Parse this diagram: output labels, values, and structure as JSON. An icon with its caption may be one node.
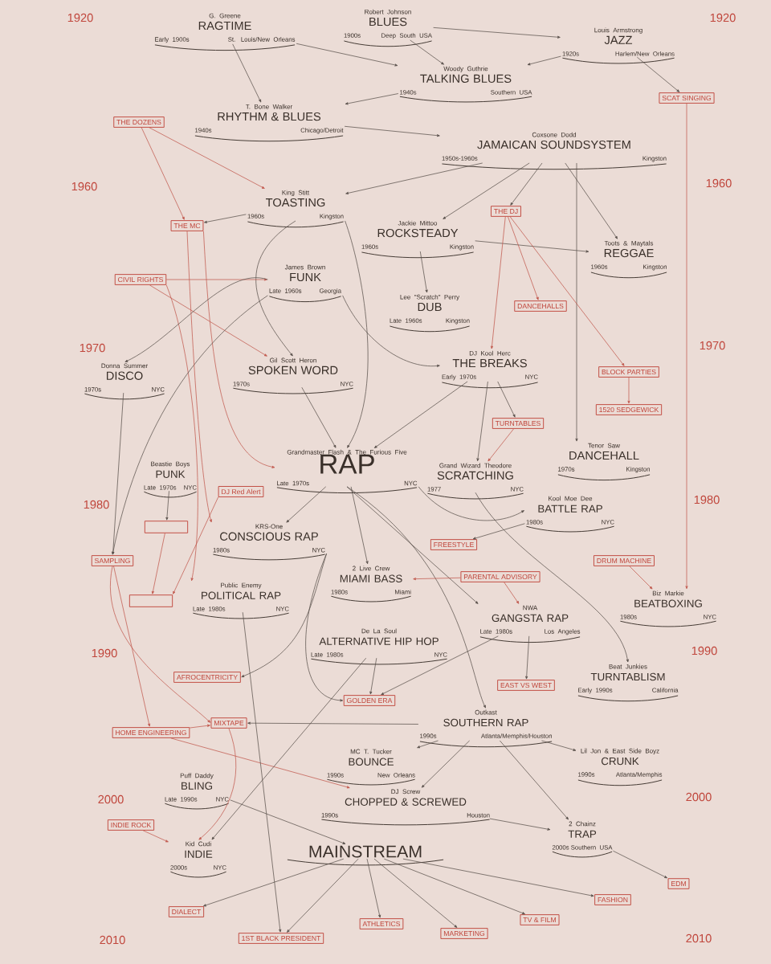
{
  "diagram": {
    "nodes": [
      {
        "text": [
          "G. Greene",
          "RAGTIME",
          "Early 1900s",
          "St. Louis/New Orleans"
        ]
      },
      {
        "text": [
          "Robert Johnson",
          "BLUES",
          "1900s",
          "Deep South USA"
        ]
      },
      {
        "text": [
          "Louis Armstrong",
          "JAZZ",
          "1920s",
          "Harlem/New Orleans"
        ]
      },
      {
        "text": [
          "Woody Guthrie",
          "TALKING BLUES",
          "1940s",
          "Southern USA"
        ]
      },
      {
        "text": [
          "SCAT SINGING"
        ]
      },
      {
        "text": [
          "THE DOZENS"
        ]
      },
      {
        "text": [
          "T. Bone Walker",
          "RHYTHM & BLUES",
          "1940s",
          "Chicago/Detroit"
        ]
      },
      {
        "text": [
          "Coxsone Dodd",
          "JAMAICAN SOUNDSYSTEM",
          "1950s-1960s",
          "Kingston"
        ]
      },
      {
        "text": [
          "King Stitt",
          "TOASTING",
          "1960s",
          "Kingston"
        ]
      },
      {
        "text": [
          "THE MC"
        ]
      },
      {
        "text": [
          "THE DJ"
        ]
      },
      {
        "text": [
          "Jackie Mittoo",
          "ROCKSTEADY",
          "1960s",
          "Kingston"
        ]
      },
      {
        "text": [
          "Toots & Maytals",
          "REGGAE",
          "1960s",
          "Kingston"
        ]
      },
      {
        "text": [
          "CIVIL RIGHTS"
        ]
      },
      {
        "text": [
          "James Brown",
          "FUNK",
          "Late 1960s",
          "Georgia"
        ]
      },
      {
        "text": [
          "Lee \"Scratch\" Perry",
          "DUB",
          "Late 1960s",
          "Kingston"
        ]
      },
      {
        "text": [
          "DANCEHALLS"
        ]
      },
      {
        "text": [
          "Donna Summer",
          "DISCO",
          "1970s",
          "NYC"
        ]
      },
      {
        "text": [
          "Gil Scott Heron",
          "SPOKEN WORD",
          "1970s",
          "NYC"
        ]
      },
      {
        "text": [
          "DJ Kool Herc",
          "THE BREAKS",
          "Early 1970s",
          "NYC"
        ]
      },
      {
        "text": [
          "BLOCK PARTIES"
        ]
      },
      {
        "text": [
          "1520 SEDGEWICK"
        ]
      },
      {
        "text": [
          "TURNTABLES"
        ]
      },
      {
        "text": [
          "Grandmaster Flash & The Furious Five",
          "RAP",
          "Late 1970s",
          "NYC"
        ]
      },
      {
        "text": [
          "Grand Wizard Theodore",
          "SCRATCHING",
          "1977",
          "NYC"
        ]
      },
      {
        "text": [
          "Tenor Saw",
          "DANCEHALL",
          "1970s",
          "Kingston"
        ]
      },
      {
        "text": [
          "Beastie Boys",
          "PUNK",
          "Late 1970s",
          "NYC"
        ]
      },
      {
        "text": [
          "DJ Red Alert"
        ]
      },
      {
        "text": [
          "Kool Moe Dee",
          "BATTLE RAP",
          "1980s",
          "NYC"
        ]
      },
      {
        "text": [],
        "shape": "box"
      },
      {
        "text": [
          "KRS-One",
          "CONSCIOUS RAP",
          "1980s",
          "NYC"
        ]
      },
      {
        "text": [
          "SAMPLING"
        ]
      },
      {
        "text": [
          "FREESTYLE"
        ]
      },
      {
        "text": [
          "DRUM MACHINE"
        ]
      },
      {
        "text": [
          "2 Live Crew",
          "MIAMI BASS",
          "1980s",
          "Miami"
        ]
      },
      {
        "text": [
          "PARENTAL ADVISORY"
        ]
      },
      {
        "text": [],
        "shape": "box"
      },
      {
        "text": [
          "Public Enemy",
          "POLITICAL RAP",
          "Late 1980s",
          "NYC"
        ]
      },
      {
        "text": [
          "Biz Markie",
          "BEATBOXING",
          "1980s",
          "NYC"
        ]
      },
      {
        "text": [
          "NWA",
          "GANGSTA RAP",
          "Late 1980s",
          "Los Angeles"
        ]
      },
      {
        "text": [
          "De La Soul",
          "ALTERNATIVE HIP HOP",
          "Late 1980s",
          "NYC"
        ]
      },
      {
        "text": [
          "AFROCENTRICITY"
        ]
      },
      {
        "text": [
          "Beat Junkies",
          "TURNTABLISM",
          "Early 1990s",
          "California"
        ]
      },
      {
        "text": [
          "EAST VS WEST"
        ]
      },
      {
        "text": [
          "GOLDEN ERA"
        ]
      },
      {
        "text": [
          "Outkast",
          "SOUTHERN RAP",
          "1990s",
          "Atlanta/Memphis/Houston"
        ]
      },
      {
        "text": [
          "HOME ENGINEERING"
        ]
      },
      {
        "text": [
          "MIXTAPE"
        ]
      },
      {
        "text": [
          "MC T. Tucker",
          "BOUNCE",
          "1990s",
          "New Orleans"
        ]
      },
      {
        "text": [
          "Lil Jon & East Side Boyz",
          "CRUNK",
          "1990s",
          "Atlanta/Memphis"
        ]
      },
      {
        "text": [
          "Puff Daddy",
          "BLING",
          "Late 1990s",
          "NYC"
        ]
      },
      {
        "text": [
          "DJ Screw",
          "CHOPPED & SCREWED",
          "1990s",
          "Houston"
        ]
      },
      {
        "text": [
          "INDIE ROCK"
        ]
      },
      {
        "text": [
          "2 Chainz",
          "TRAP",
          "2000s",
          "Southern USA"
        ]
      },
      {
        "text": [
          "MAINSTREAM"
        ]
      },
      {
        "text": [
          "Kid Cudi",
          "INDIE",
          "2000s",
          "NYC"
        ]
      },
      {
        "text": [
          "EDM"
        ]
      },
      {
        "text": [
          "FASHION"
        ]
      },
      {
        "text": [
          "DIALECT"
        ]
      },
      {
        "text": [
          "1ST BLACK PRESIDENT"
        ]
      },
      {
        "text": [
          "ATHLETICS"
        ]
      },
      {
        "text": [
          "MARKETING"
        ]
      },
      {
        "text": [
          "TV & FILM"
        ]
      }
    ],
    "edges": [
      {
        "from": 0,
        "to": 3,
        "arrow": "to"
      },
      {
        "from": 0,
        "to": 6,
        "arrow": "to"
      },
      {
        "from": 1,
        "to": 2,
        "arrow": "to"
      },
      {
        "from": 1,
        "to": 3,
        "arrow": "to"
      },
      {
        "from": 2,
        "to": 3,
        "arrow": "to"
      },
      {
        "from": 2,
        "to": 4,
        "arrow": "to"
      },
      {
        "from": 3,
        "to": 6,
        "arrow": "to"
      },
      {
        "from": 6,
        "to": 7,
        "arrow": "to"
      },
      {
        "from": 5,
        "to": 9,
        "arrow": "to",
        "color": "#c0574c"
      },
      {
        "from": 5,
        "to": 8,
        "arrow": "to",
        "color": "#c0574c"
      },
      {
        "from": 7,
        "to": 8,
        "arrow": "to"
      },
      {
        "from": 7,
        "to": 11,
        "arrow": "to"
      },
      {
        "from": 7,
        "to": 10,
        "arrow": "to"
      },
      {
        "from": 7,
        "to": 12,
        "arrow": "to"
      },
      {
        "from": 7,
        "to": 25,
        "arrow": "to"
      },
      {
        "from": 8,
        "to": 9,
        "arrow": "to"
      },
      {
        "from": 8,
        "to": 18,
        "arrow": "to"
      },
      {
        "from": 8,
        "to": 23,
        "arrow": "to"
      },
      {
        "from": 9,
        "to": 23,
        "arrow": "to",
        "color": "#c0574c"
      },
      {
        "from": 11,
        "to": 12,
        "arrow": "to"
      },
      {
        "from": 11,
        "to": 15,
        "arrow": "to"
      },
      {
        "from": 10,
        "to": 16,
        "arrow": "to",
        "color": "#c0574c"
      },
      {
        "from": 10,
        "to": 19,
        "arrow": "to",
        "color": "#c0574c"
      },
      {
        "from": 10,
        "to": 20,
        "arrow": "to",
        "color": "#c0574c"
      },
      {
        "from": 13,
        "to": 14,
        "arrow": "to",
        "color": "#c0574c"
      },
      {
        "from": 13,
        "to": 18,
        "arrow": "to",
        "color": "#c0574c"
      },
      {
        "from": 13,
        "to": 37,
        "arrow": "to",
        "color": "#c0574c"
      },
      {
        "from": 14,
        "to": 19,
        "arrow": "to"
      },
      {
        "from": 14,
        "to": 17,
        "arrow": "to"
      },
      {
        "from": 14,
        "to": 31,
        "arrow": "to"
      },
      {
        "from": 17,
        "to": 31,
        "arrow": "to"
      },
      {
        "from": 18,
        "to": 23,
        "arrow": "to"
      },
      {
        "from": 19,
        "to": 23,
        "arrow": "to"
      },
      {
        "from": 19,
        "to": 22,
        "arrow": "to"
      },
      {
        "from": 19,
        "to": 24,
        "arrow": "to"
      },
      {
        "from": 22,
        "to": 24,
        "arrow": "to",
        "color": "#c0574c"
      },
      {
        "from": 20,
        "to": 21,
        "arrow": "to",
        "color": "#c0574c"
      },
      {
        "from": 23,
        "to": 30,
        "arrow": "to"
      },
      {
        "from": 23,
        "to": 34,
        "arrow": "to"
      },
      {
        "from": 23,
        "to": 28,
        "arrow": "to"
      },
      {
        "from": 23,
        "to": 39,
        "arrow": "to"
      },
      {
        "from": 23,
        "to": 45,
        "arrow": "to"
      },
      {
        "from": 24,
        "to": 42,
        "arrow": "to"
      },
      {
        "from": 28,
        "to": 32,
        "arrow": "to"
      },
      {
        "from": 26,
        "to": 29,
        "arrow": "to"
      },
      {
        "from": 29,
        "to": 36,
        "arrow": "to",
        "color": "#c0574c"
      },
      {
        "from": 27,
        "to": 36,
        "arrow": "to",
        "color": "#c0574c"
      },
      {
        "from": 9,
        "to": 30,
        "arrow": "to",
        "color": "#c0574c"
      },
      {
        "from": 35,
        "to": 34,
        "arrow": "to",
        "color": "#c0574c"
      },
      {
        "from": 35,
        "to": 39,
        "arrow": "to",
        "color": "#c0574c"
      },
      {
        "from": 33,
        "to": 38,
        "arrow": "to",
        "color": "#c0574c"
      },
      {
        "from": 4,
        "to": 38,
        "arrow": "to",
        "color": "#c0574c"
      },
      {
        "from": 30,
        "to": 41,
        "arrow": "to"
      },
      {
        "from": 30,
        "to": 44,
        "arrow": "to"
      },
      {
        "from": 40,
        "to": 44,
        "arrow": "to"
      },
      {
        "from": 39,
        "to": 44,
        "arrow": "to"
      },
      {
        "from": 39,
        "to": 43,
        "arrow": "to"
      },
      {
        "from": 31,
        "to": 46,
        "arrow": "to",
        "color": "#c0574c"
      },
      {
        "from": 31,
        "to": 47,
        "arrow": "to",
        "color": "#c0574c"
      },
      {
        "from": 46,
        "to": 47,
        "arrow": "to",
        "color": "#c0574c"
      },
      {
        "from": 45,
        "to": 47,
        "arrow": "to"
      },
      {
        "from": 45,
        "to": 48,
        "arrow": "to"
      },
      {
        "from": 45,
        "to": 51,
        "arrow": "to"
      },
      {
        "from": 45,
        "to": 49,
        "arrow": "to"
      },
      {
        "from": 45,
        "to": 53,
        "arrow": "to"
      },
      {
        "from": 46,
        "to": 51,
        "arrow": "to",
        "color": "#c0574c"
      },
      {
        "from": 47,
        "to": 55,
        "arrow": "to",
        "color": "#c0574c"
      },
      {
        "from": 40,
        "to": 55,
        "arrow": "to"
      },
      {
        "from": 37,
        "to": 59,
        "arrow": "to"
      },
      {
        "from": 50,
        "to": 54,
        "arrow": "to"
      },
      {
        "from": 52,
        "to": 55,
        "arrow": "to",
        "color": "#c0574c"
      },
      {
        "from": 51,
        "to": 53,
        "arrow": "to"
      },
      {
        "from": 53,
        "to": 56,
        "arrow": "to"
      },
      {
        "from": 54,
        "to": 58,
        "arrow": "to"
      },
      {
        "from": 54,
        "to": 59,
        "arrow": "to"
      },
      {
        "from": 54,
        "to": 60,
        "arrow": "to"
      },
      {
        "from": 54,
        "to": 61,
        "arrow": "to"
      },
      {
        "from": 54,
        "to": 62,
        "arrow": "to"
      },
      {
        "from": 54,
        "to": 57,
        "arrow": "to"
      }
    ],
    "labels": [
      "1920",
      "1920",
      "1960",
      "1960",
      "1970",
      "1970",
      "1980",
      "1980",
      "1990",
      "1990",
      "2000",
      "2000",
      "2010",
      "2010"
    ]
  }
}
